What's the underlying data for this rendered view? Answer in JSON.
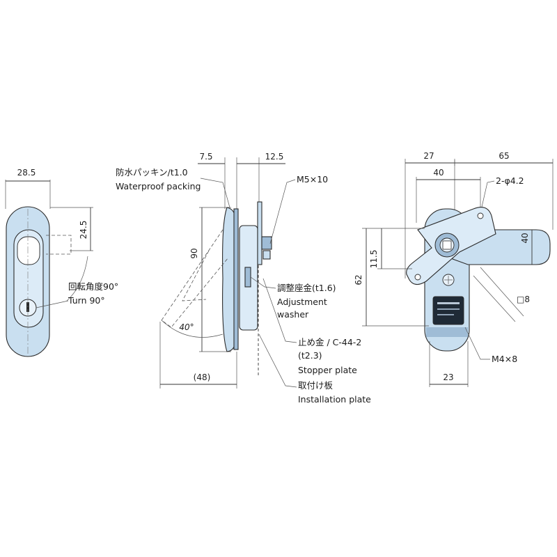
{
  "colors": {
    "part_fill": "#c9dff0",
    "part_fill_light": "#dcebf7",
    "part_dark": "#9fbcd6",
    "line": "#333333"
  },
  "front_view": {
    "width_dim": "28.5",
    "slot_dim": "24.5",
    "rotation_label_jp": "回転角度90°",
    "rotation_label_en": "Turn 90°"
  },
  "side_view": {
    "dim_packing_thickness": "7.5",
    "dim_depth": "12.5",
    "height_dim": "90",
    "angle_dim": "40°",
    "open_dim": "(48)",
    "packing_jp": "防水パッキン/t1.0",
    "packing_en": "Waterproof packing",
    "screw": "M5×10",
    "washer_jp": "調整座金(t1.6)",
    "washer_en_1": "Adjustment",
    "washer_en_2": "washer",
    "stopper_jp": "止め金 / C-44-2",
    "stopper_t": "(t2.3)",
    "stopper_en": "Stopper plate",
    "install_jp": "取付け板",
    "install_en": "Installation plate"
  },
  "rear_view": {
    "dim_27": "27",
    "dim_65": "65",
    "dim_40_top": "40",
    "holes": "2-φ4.2",
    "dim_40_right": "40",
    "dim_11_5": "11.5",
    "dim_62": "62",
    "square": "□8",
    "screw": "M4×8",
    "dim_23": "23"
  }
}
